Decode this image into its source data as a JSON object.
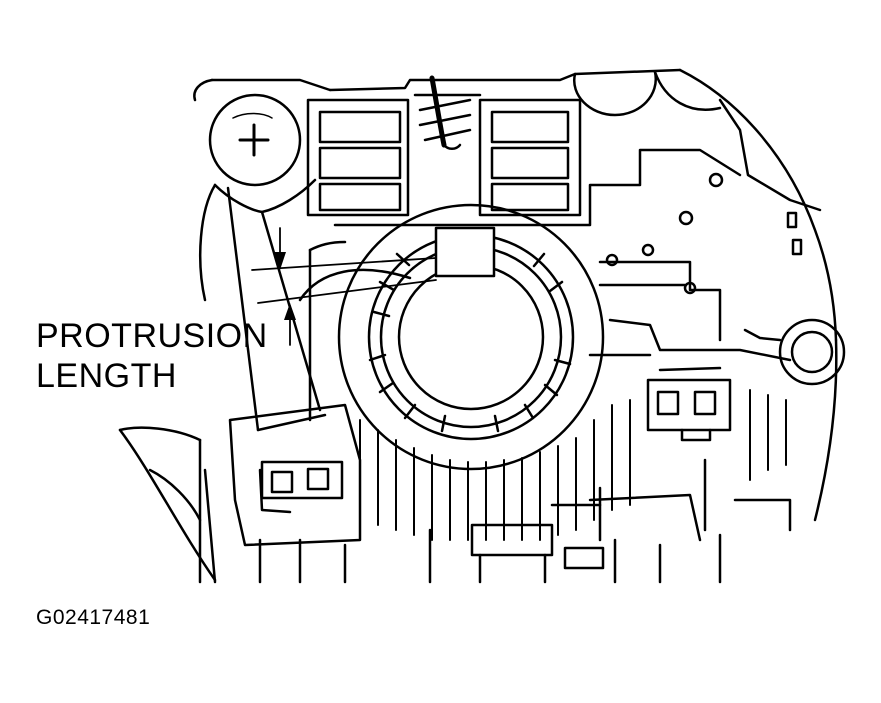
{
  "callout": {
    "line1": "PROTRUSION",
    "line2": "LENGTH"
  },
  "figure_id": "G02417481",
  "colors": {
    "ink": "#000000",
    "paper": "#ffffff"
  }
}
